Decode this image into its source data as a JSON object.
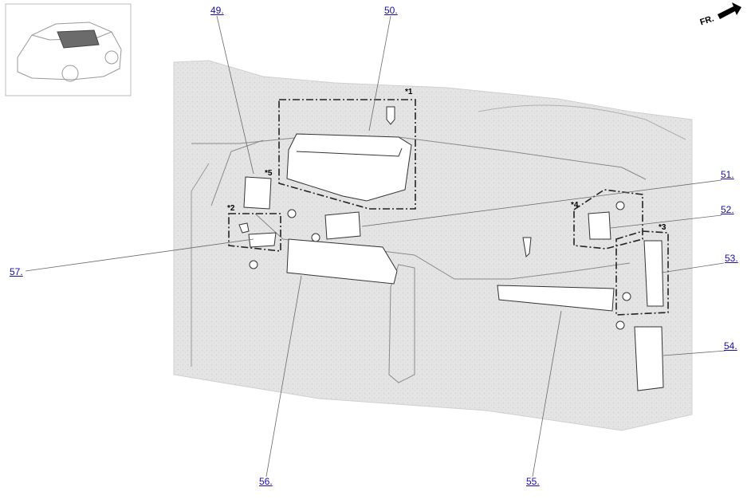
{
  "callouts": {
    "c49": "49.",
    "c50": "50.",
    "c51": "51.",
    "c52": "52.",
    "c53": "53.",
    "c54": "54.",
    "c55": "55.",
    "c56": "56.",
    "c57": "57."
  },
  "markers": {
    "m1": "*1",
    "m2": "*2",
    "m3": "*3",
    "m4": "*4",
    "m5": "*5"
  },
  "direction": {
    "label": "FR."
  },
  "colors": {
    "link": "#1a0dab",
    "body_fill": "#e6e6e6",
    "line": "#555555"
  }
}
